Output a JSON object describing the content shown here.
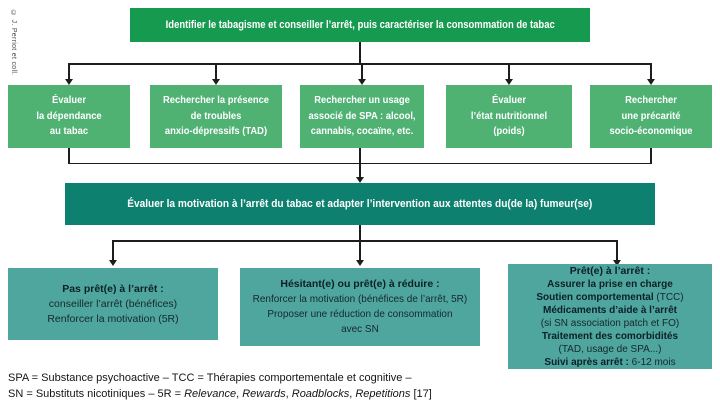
{
  "credit": "© J. Perriot et coll.",
  "colors": {
    "green_dark": "#169a4f",
    "green_mid": "#4fb273",
    "teal_dark": "#0d8070",
    "teal_light": "#4ea69e"
  },
  "flowchart": {
    "step1": "Identifier le tabagisme et conseiller l’arrêt, puis caractériser la consommation de tabac",
    "assessments": [
      "Évaluer\nla dépendance\nau tabac",
      "Rechercher la présence\nde troubles\nanxio-dépressifs (TAD)",
      "Rechercher un usage\nassocié de SPA : alcool,\ncannabis, cocaïne, etc.",
      "Évaluer\nl’état nutritionnel\n(poids)",
      "Rechercher\nune précarité\nsocio-économique"
    ],
    "step2": "Évaluer la motivation à l’arrêt du tabac et adapter l’intervention aux attentes du(de la) fumeur(se)",
    "outcomes": [
      {
        "title": "Pas prêt(e) à l’arrêt :",
        "lines": [
          "conseiller l’arrêt (bénéfices)",
          "Renforcer la motivation (5R)"
        ]
      },
      {
        "title": "Hésitant(e) ou prêt(e) à réduire :",
        "lines": [
          "Renforcer la motivation (bénéfices de l’arrêt, 5R)",
          "Proposer une réduction de consommation",
          "avec SN"
        ]
      },
      {
        "title": "Prêt(e) à l’arrêt :",
        "lines": [
          [
            {
              "t": "Assurer la prise en charge",
              "b": true
            }
          ],
          [
            {
              "t": "Soutien comportemental ",
              "b": true
            },
            {
              "t": "(TCC)"
            }
          ],
          [
            {
              "t": "Médicaments d’aide à l’arrêt",
              "b": true
            }
          ],
          [
            {
              "t": "(si SN association patch et FO)"
            }
          ],
          [
            {
              "t": "Traitement des comorbidités",
              "b": true
            }
          ],
          [
            {
              "t": "(TAD, usage de SPA...)"
            }
          ],
          [
            {
              "t": "Suivi après arrêt : ",
              "b": true
            },
            {
              "t": "6-12 mois"
            }
          ]
        ]
      }
    ]
  },
  "legend": {
    "lines": [
      [
        {
          "t": "SPA = Substance psychoactive – TCC = Thérapies comportementale et cognitive –"
        }
      ],
      [
        {
          "t": "SN = Substituts nicotiniques – 5R = "
        },
        {
          "t": "Relevance",
          "i": true
        },
        {
          "t": ", "
        },
        {
          "t": "Rewards",
          "i": true
        },
        {
          "t": ", "
        },
        {
          "t": "Roadblocks",
          "i": true
        },
        {
          "t": ", "
        },
        {
          "t": "Repetitions",
          "i": true
        },
        {
          "t": " [17]"
        }
      ]
    ]
  }
}
